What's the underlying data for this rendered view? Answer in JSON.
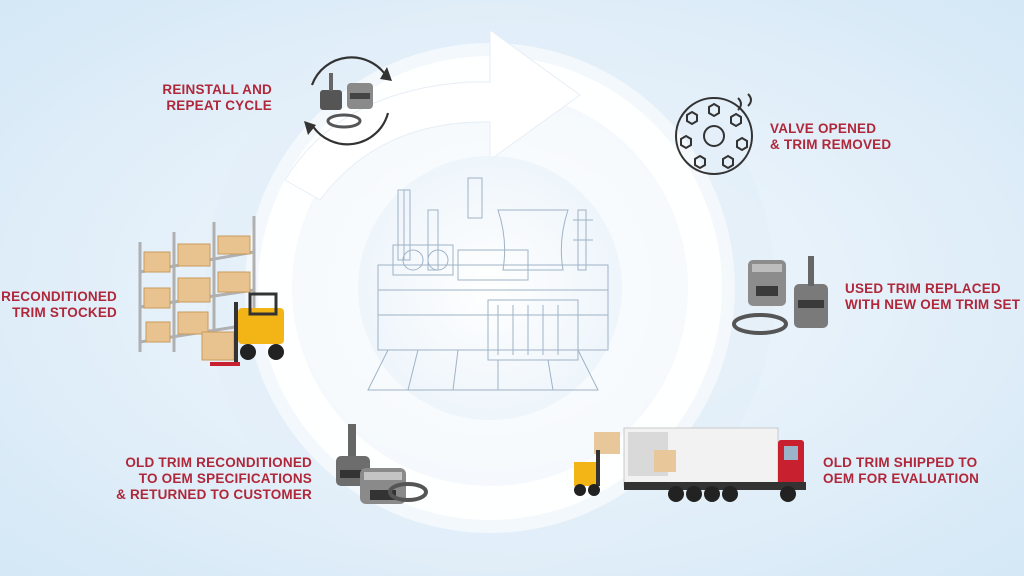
{
  "steps": {
    "reinstall": {
      "lines": [
        "REINSTALL AND",
        "REPEAT CYCLE"
      ]
    },
    "valve_opened": {
      "lines": [
        "VALVE OPENED",
        "& TRIM REMOVED"
      ]
    },
    "used_trim": {
      "lines": [
        "USED TRIM REPLACED",
        "WITH NEW OEM TRIM SET"
      ]
    },
    "shipped": {
      "lines": [
        "OLD TRIM SHIPPED TO",
        "OEM FOR EVALUATION"
      ]
    },
    "reconditioned": {
      "lines": [
        "OLD TRIM RECONDITIONED",
        "TO OEM SPECIFICATIONS",
        "& RETURNED TO CUSTOMER"
      ]
    },
    "stocked": {
      "lines": [
        "RECONDITIONED",
        "TRIM STOCKED"
      ]
    }
  },
  "icons": {
    "cycle": "recycle-arrows-icon",
    "valve": "valve-flange-icon",
    "trim": "valve-trim-parts-icon",
    "truck": "semi-truck-forklift-icon",
    "warehouse": "warehouse-forklift-icon",
    "plant": "power-plant-illustration"
  },
  "colors": {
    "label": "#b0273a",
    "ring": "#ffffff",
    "background": "#dcebf7"
  }
}
